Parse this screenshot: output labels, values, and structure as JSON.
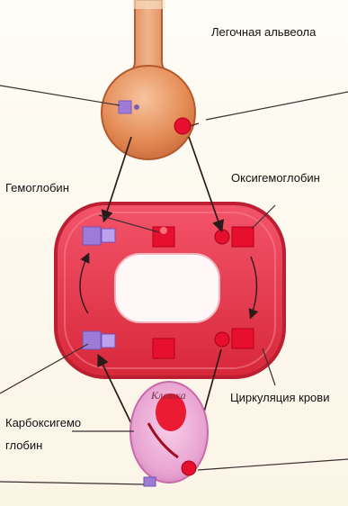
{
  "labels": {
    "alveolus": "Легочная альвеола",
    "hemoglobin": "Гемоглобин",
    "oxyhemoglobin": "Оксигемоглобин",
    "circulation": "Циркуляция крови",
    "carboxyhemoglobin_line1": "Карбоксигемо",
    "carboxyhemoglobin_line2": "глобин",
    "cell": "Клетка"
  },
  "colors": {
    "alveolus_fill": "#e48b55",
    "vessel_red": "#e23345",
    "hemoglobin_purple": "#9f7bd8",
    "oxy_red": "#e60f2d",
    "cell_pink": "#e8a4d2",
    "cell_red": "#e2182f",
    "arrow": "#2b1a1a"
  },
  "icons": {
    "alveolus": "alveolus-icon",
    "red_blood_cell_loop": "blood-vessel-loop-icon",
    "cell": "cell-icon"
  }
}
